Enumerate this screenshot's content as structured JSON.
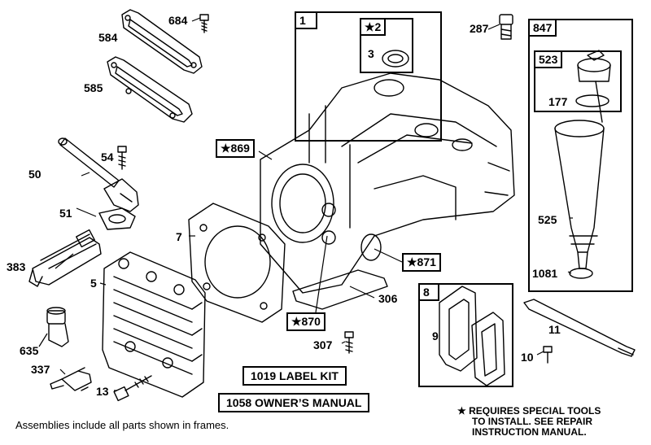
{
  "parts": {
    "p684": "684",
    "p584": "584",
    "p585": "585",
    "p54": "54",
    "p50": "50",
    "p51": "51",
    "p383": "383",
    "p5": "5",
    "p635": "635",
    "p337": "337",
    "p13": "13",
    "p7": "7",
    "p306": "306",
    "p307": "307",
    "p287": "287",
    "p3": "3",
    "p9": "9",
    "p11": "11",
    "p10": "10",
    "p177": "177",
    "p525": "525",
    "p1081": "1081"
  },
  "frames": {
    "f1": "1",
    "f847": "847",
    "f523": "523",
    "f8": "8"
  },
  "tags": {
    "t2": "★2",
    "t869": "★869",
    "t870": "★870",
    "t871": "★871"
  },
  "kits": {
    "label_kit": "1019 LABEL KIT",
    "owners_manual": "1058 OWNER’S MANUAL"
  },
  "notes": {
    "assemblies": "Assemblies include all parts shown in frames.",
    "special_tools_line1": "★ REQUIRES SPECIAL TOOLS",
    "special_tools_line2": "TO INSTALL.  SEE REPAIR",
    "special_tools_line3": "INSTRUCTION MANUAL."
  }
}
